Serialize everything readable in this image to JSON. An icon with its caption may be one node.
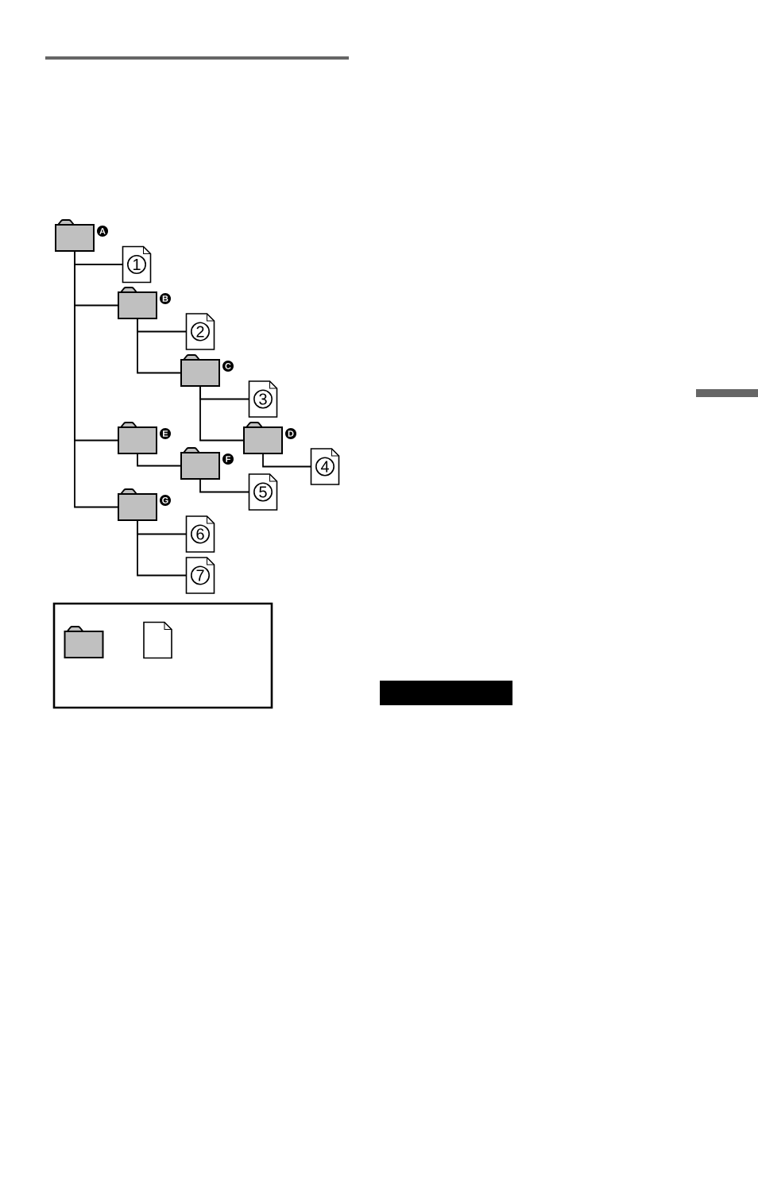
{
  "diagram": {
    "nodes": [
      {
        "text": [],
        "shape": "folder",
        "beside": [
          "A"
        ]
      },
      {
        "text": [
          "1"
        ]
      },
      {
        "text": [],
        "shape": "folder",
        "beside": [
          "B"
        ]
      },
      {
        "text": [
          "2"
        ]
      },
      {
        "text": [],
        "shape": "folder",
        "beside": [
          "C"
        ]
      },
      {
        "text": [
          "3"
        ]
      },
      {
        "text": [],
        "shape": "folder",
        "beside": [
          "E"
        ]
      },
      {
        "text": [],
        "shape": "folder",
        "beside": [
          "D"
        ]
      },
      {
        "text": [],
        "shape": "folder",
        "beside": [
          "F"
        ]
      },
      {
        "text": [
          "4"
        ]
      },
      {
        "text": [
          "5"
        ]
      },
      {
        "text": [],
        "shape": "folder",
        "beside": [
          "G"
        ]
      },
      {
        "text": [
          "6"
        ]
      },
      {
        "text": [
          "7"
        ]
      },
      {
        "text": [],
        "shape": "box"
      },
      {
        "text": [],
        "shape": "folder",
        "in": 14
      },
      {
        "text": [],
        "shape": "file",
        "in": 14
      },
      {
        "text": [],
        "shape": "bar"
      }
    ],
    "edges": [
      {
        "from": 0,
        "to": 1,
        "arrow": "none"
      },
      {
        "from": 0,
        "to": 2,
        "arrow": "none"
      },
      {
        "from": 0,
        "to": 6,
        "arrow": "none"
      },
      {
        "from": 0,
        "to": 11,
        "arrow": "none"
      },
      {
        "from": 2,
        "to": 3,
        "arrow": "none"
      },
      {
        "from": 2,
        "to": 4,
        "arrow": "none"
      },
      {
        "from": 4,
        "to": 5,
        "arrow": "none"
      },
      {
        "from": 4,
        "to": 7,
        "arrow": "none"
      },
      {
        "from": 7,
        "to": 9,
        "arrow": "none"
      },
      {
        "from": 6,
        "to": 8,
        "arrow": "none"
      },
      {
        "from": 8,
        "to": 10,
        "arrow": "none"
      },
      {
        "from": 11,
        "to": 12,
        "arrow": "none"
      },
      {
        "from": 11,
        "to": 13,
        "arrow": "none"
      }
    ]
  }
}
